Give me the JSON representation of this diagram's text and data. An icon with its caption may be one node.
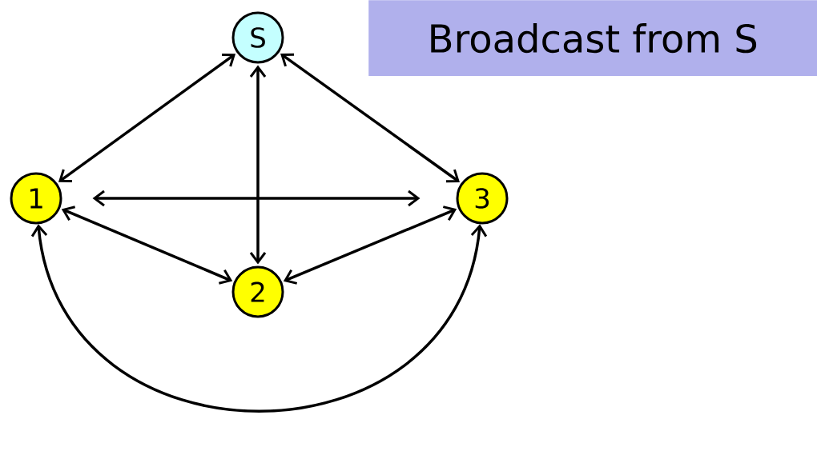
{
  "diagram": {
    "title": "Broadcast from S",
    "nodes": [
      {
        "text": [
          "S"
        ]
      },
      {
        "text": [
          "1"
        ]
      },
      {
        "text": [
          "2"
        ]
      },
      {
        "text": [
          "3"
        ]
      }
    ],
    "edges": [
      {
        "from": 0,
        "to": 1,
        "arrow": "both"
      },
      {
        "from": 0,
        "to": 2,
        "arrow": "both"
      },
      {
        "from": 0,
        "to": 3,
        "arrow": "both"
      },
      {
        "from": 1,
        "to": 3,
        "arrow": "both"
      },
      {
        "from": 1,
        "to": 2,
        "arrow": "both"
      },
      {
        "from": 3,
        "to": 2,
        "arrow": "both"
      },
      {
        "from": 1,
        "to": 3,
        "arrow": "both"
      }
    ]
  }
}
